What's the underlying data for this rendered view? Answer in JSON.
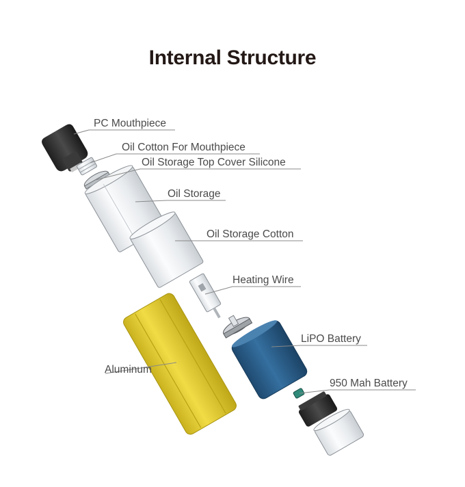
{
  "title": "Internal Structure",
  "labels": {
    "pc_mouthpiece": "PC Mouthpiece",
    "oil_cotton_mouthpiece": "Oil Cotton For Mouthpiece",
    "oil_storage_top_cover": "Oil Storage Top Cover Silicone",
    "oil_storage": "Oil Storage",
    "oil_storage_cotton": "Oil Storage Cotton",
    "heating_wire": "Heating Wire",
    "lipo_battery": "LiPO Battery",
    "battery_950mah": "950 Mah Battery",
    "aluminum": "Aluminum"
  },
  "colors": {
    "title": "#231815",
    "label_text": "#4a4a4a",
    "leader_line": "#888888",
    "mouthpiece": "#2e2e2e",
    "aluminum_tube": "#e9d33a",
    "battery": "#2b5f8c",
    "glass": "#eef0f2",
    "connector": "#2f8a7a"
  }
}
